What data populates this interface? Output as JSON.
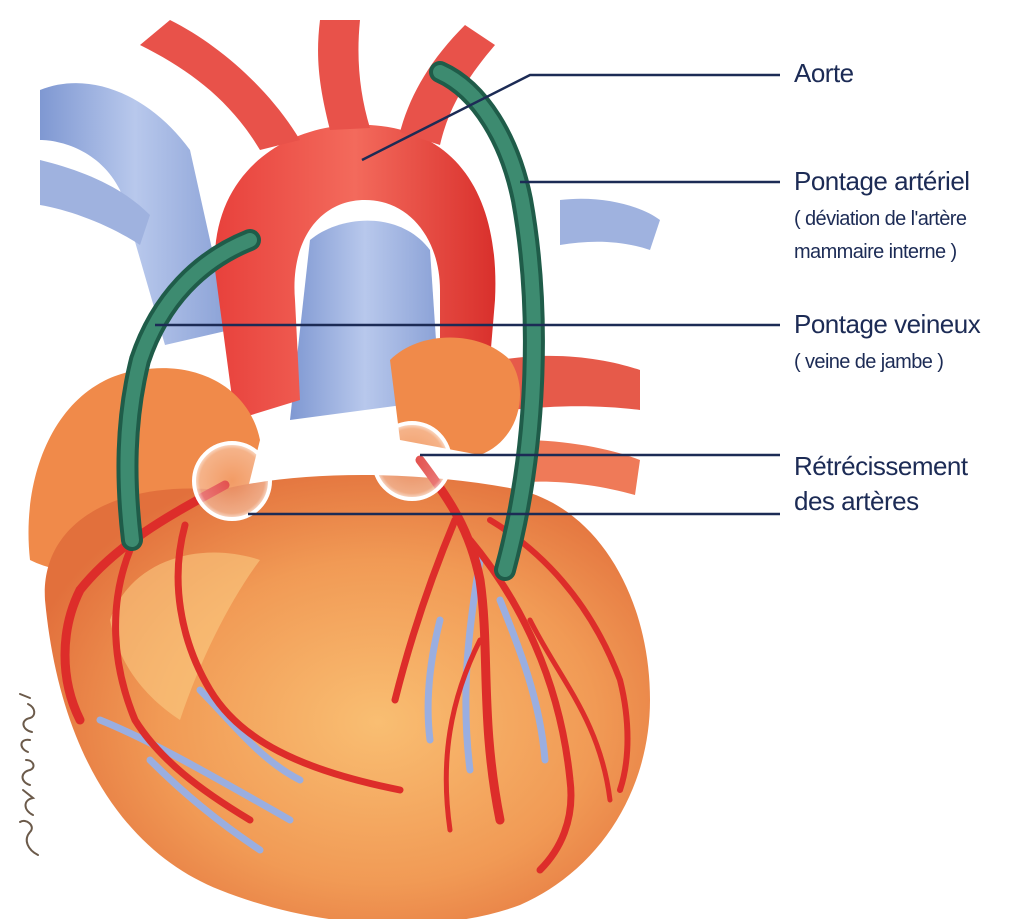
{
  "labels": {
    "aorte": "Aorte",
    "pontage_arteriel": "Pontage artériel",
    "pontage_arteriel_note_line1": "( déviation de l'artère",
    "pontage_arteriel_note_line2": "mammaire interne )",
    "pontage_veineux": "Pontage veineux",
    "pontage_veineux_note": "( veine de jambe )",
    "retrecissement_line1": "Rétrécissement",
    "retrecissement_line2": "des artères"
  },
  "signature": "Sylvie Rochart",
  "colors": {
    "label_text": "#1c2b55",
    "leader_line": "#1c2b55",
    "heart_muscle": "#f0904e",
    "heart_highlight": "#f7b26a",
    "artery_red": "#dd2d2a",
    "vein_blue": "#93a8d8",
    "bypass_graft": "#2f7a62"
  }
}
